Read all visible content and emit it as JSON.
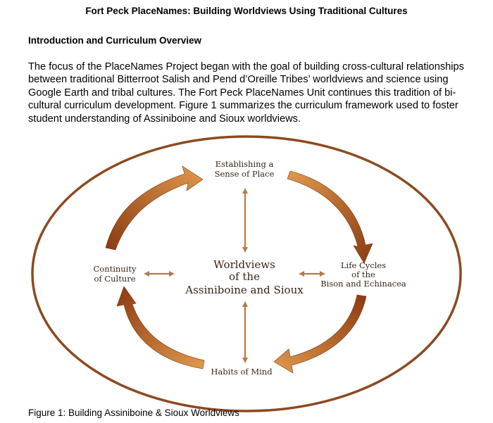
{
  "document": {
    "title": "Fort Peck PlaceNames: Building Worldviews Using Traditional Cultures",
    "section_heading": "Introduction and Curriculum Overview",
    "paragraph": "The focus of the PlaceNames Project began with the goal of building cross-cultural relationships between traditional Bitterroot Salish and Pend d’Oreille Tribes’ worldviews and science using Google Earth and tribal cultures. The Fort Peck PlaceNames Unit continues this tradition of bi-cultural curriculum development. Figure 1 summarizes the curriculum framework used to foster student understanding of Assiniboine and Sioux worldviews.",
    "figure_caption": "Figure 1: Building Assiniboine & Sioux Worldviews"
  },
  "diagram": {
    "center": {
      "line1": "Worldviews",
      "line2": "of the",
      "line3": "Assiniboine and Sioux"
    },
    "top": {
      "line1": "Establishing a",
      "line2": "Sense of Place"
    },
    "right": {
      "line1": "Life Cycles",
      "line2": "of the",
      "line3": "Bison and Echinacea"
    },
    "bottom": {
      "line1": "Habits of Mind"
    },
    "left": {
      "line1": "Continuity",
      "line2": "of Culture"
    },
    "colors": {
      "ellipse": "#8c4a20",
      "arrow_dark": "#7a3410",
      "arrow_light": "#d98a3c",
      "connector": "#b57a4a",
      "text": "#3a2415"
    }
  }
}
